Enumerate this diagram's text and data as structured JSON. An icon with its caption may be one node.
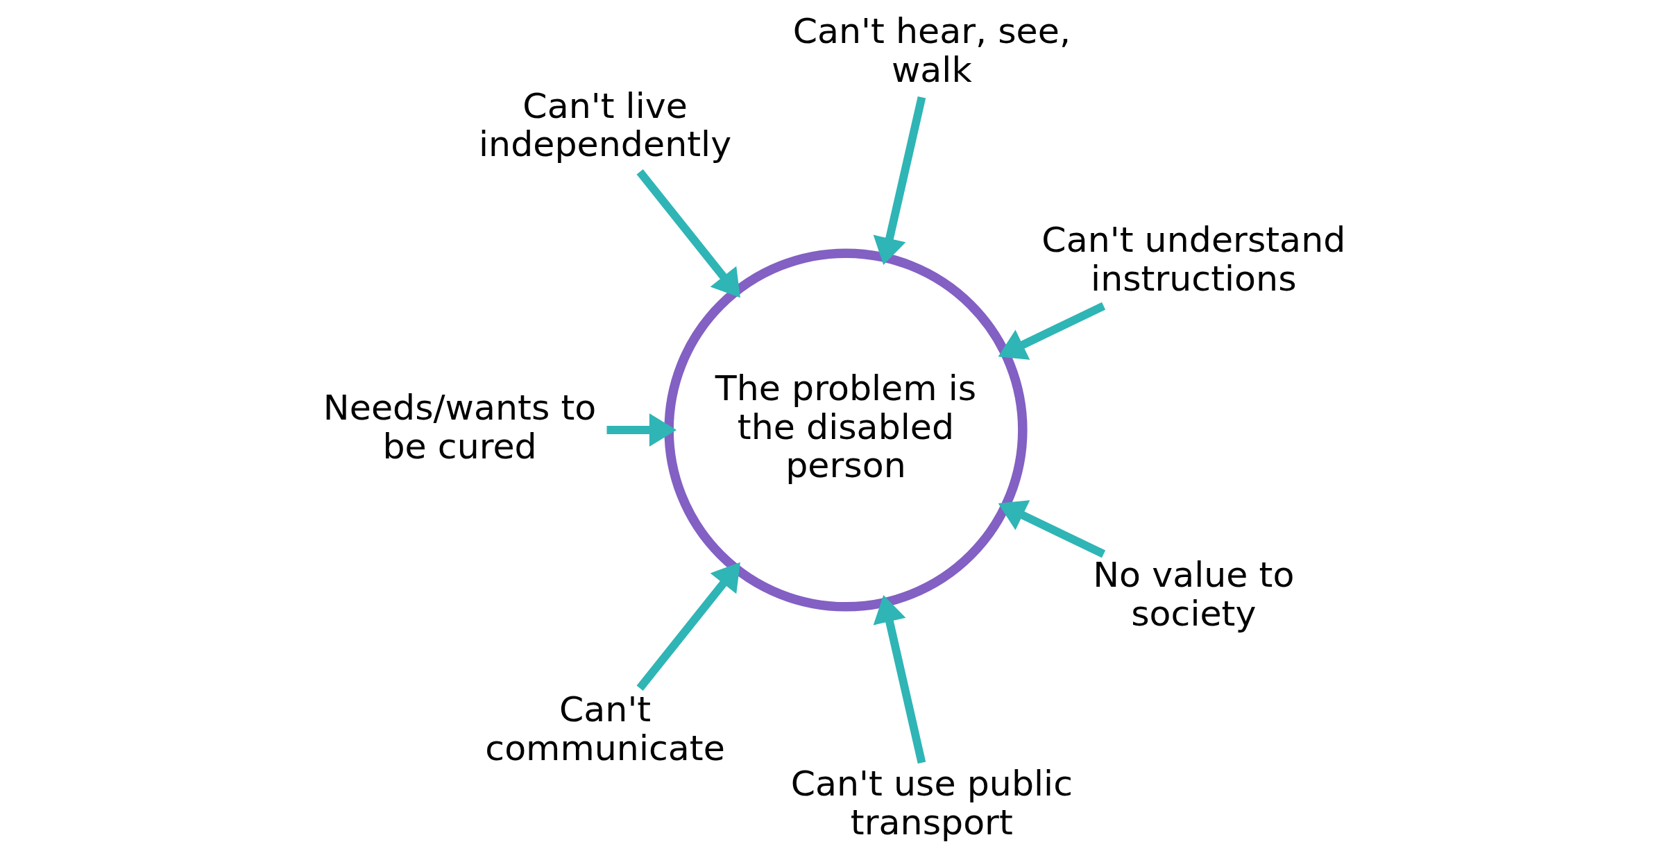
{
  "diagram": {
    "nodes": [
      {
        "text": [
          "The problem is the disabled person"
        ]
      },
      {
        "text": [
          "Can't understand instructions"
        ]
      },
      {
        "text": [
          "Can't hear, see, walk"
        ]
      },
      {
        "text": [
          "Can't live independently"
        ]
      },
      {
        "text": [
          "Needs/wants to be cured"
        ]
      },
      {
        "text": [
          "Can't communicate"
        ]
      },
      {
        "text": [
          "Can't use public transport"
        ]
      },
      {
        "text": [
          "No value to society"
        ]
      }
    ],
    "edges": [
      {
        "from": 1,
        "to": 0,
        "arrow": "to"
      },
      {
        "from": 2,
        "to": 0,
        "arrow": "to"
      },
      {
        "from": 3,
        "to": 0,
        "arrow": "to"
      },
      {
        "from": 4,
        "to": 0,
        "arrow": "to"
      },
      {
        "from": 5,
        "to": 0,
        "arrow": "to"
      },
      {
        "from": 6,
        "to": 0,
        "arrow": "to"
      },
      {
        "from": 7,
        "to": 0,
        "arrow": "to"
      }
    ]
  }
}
